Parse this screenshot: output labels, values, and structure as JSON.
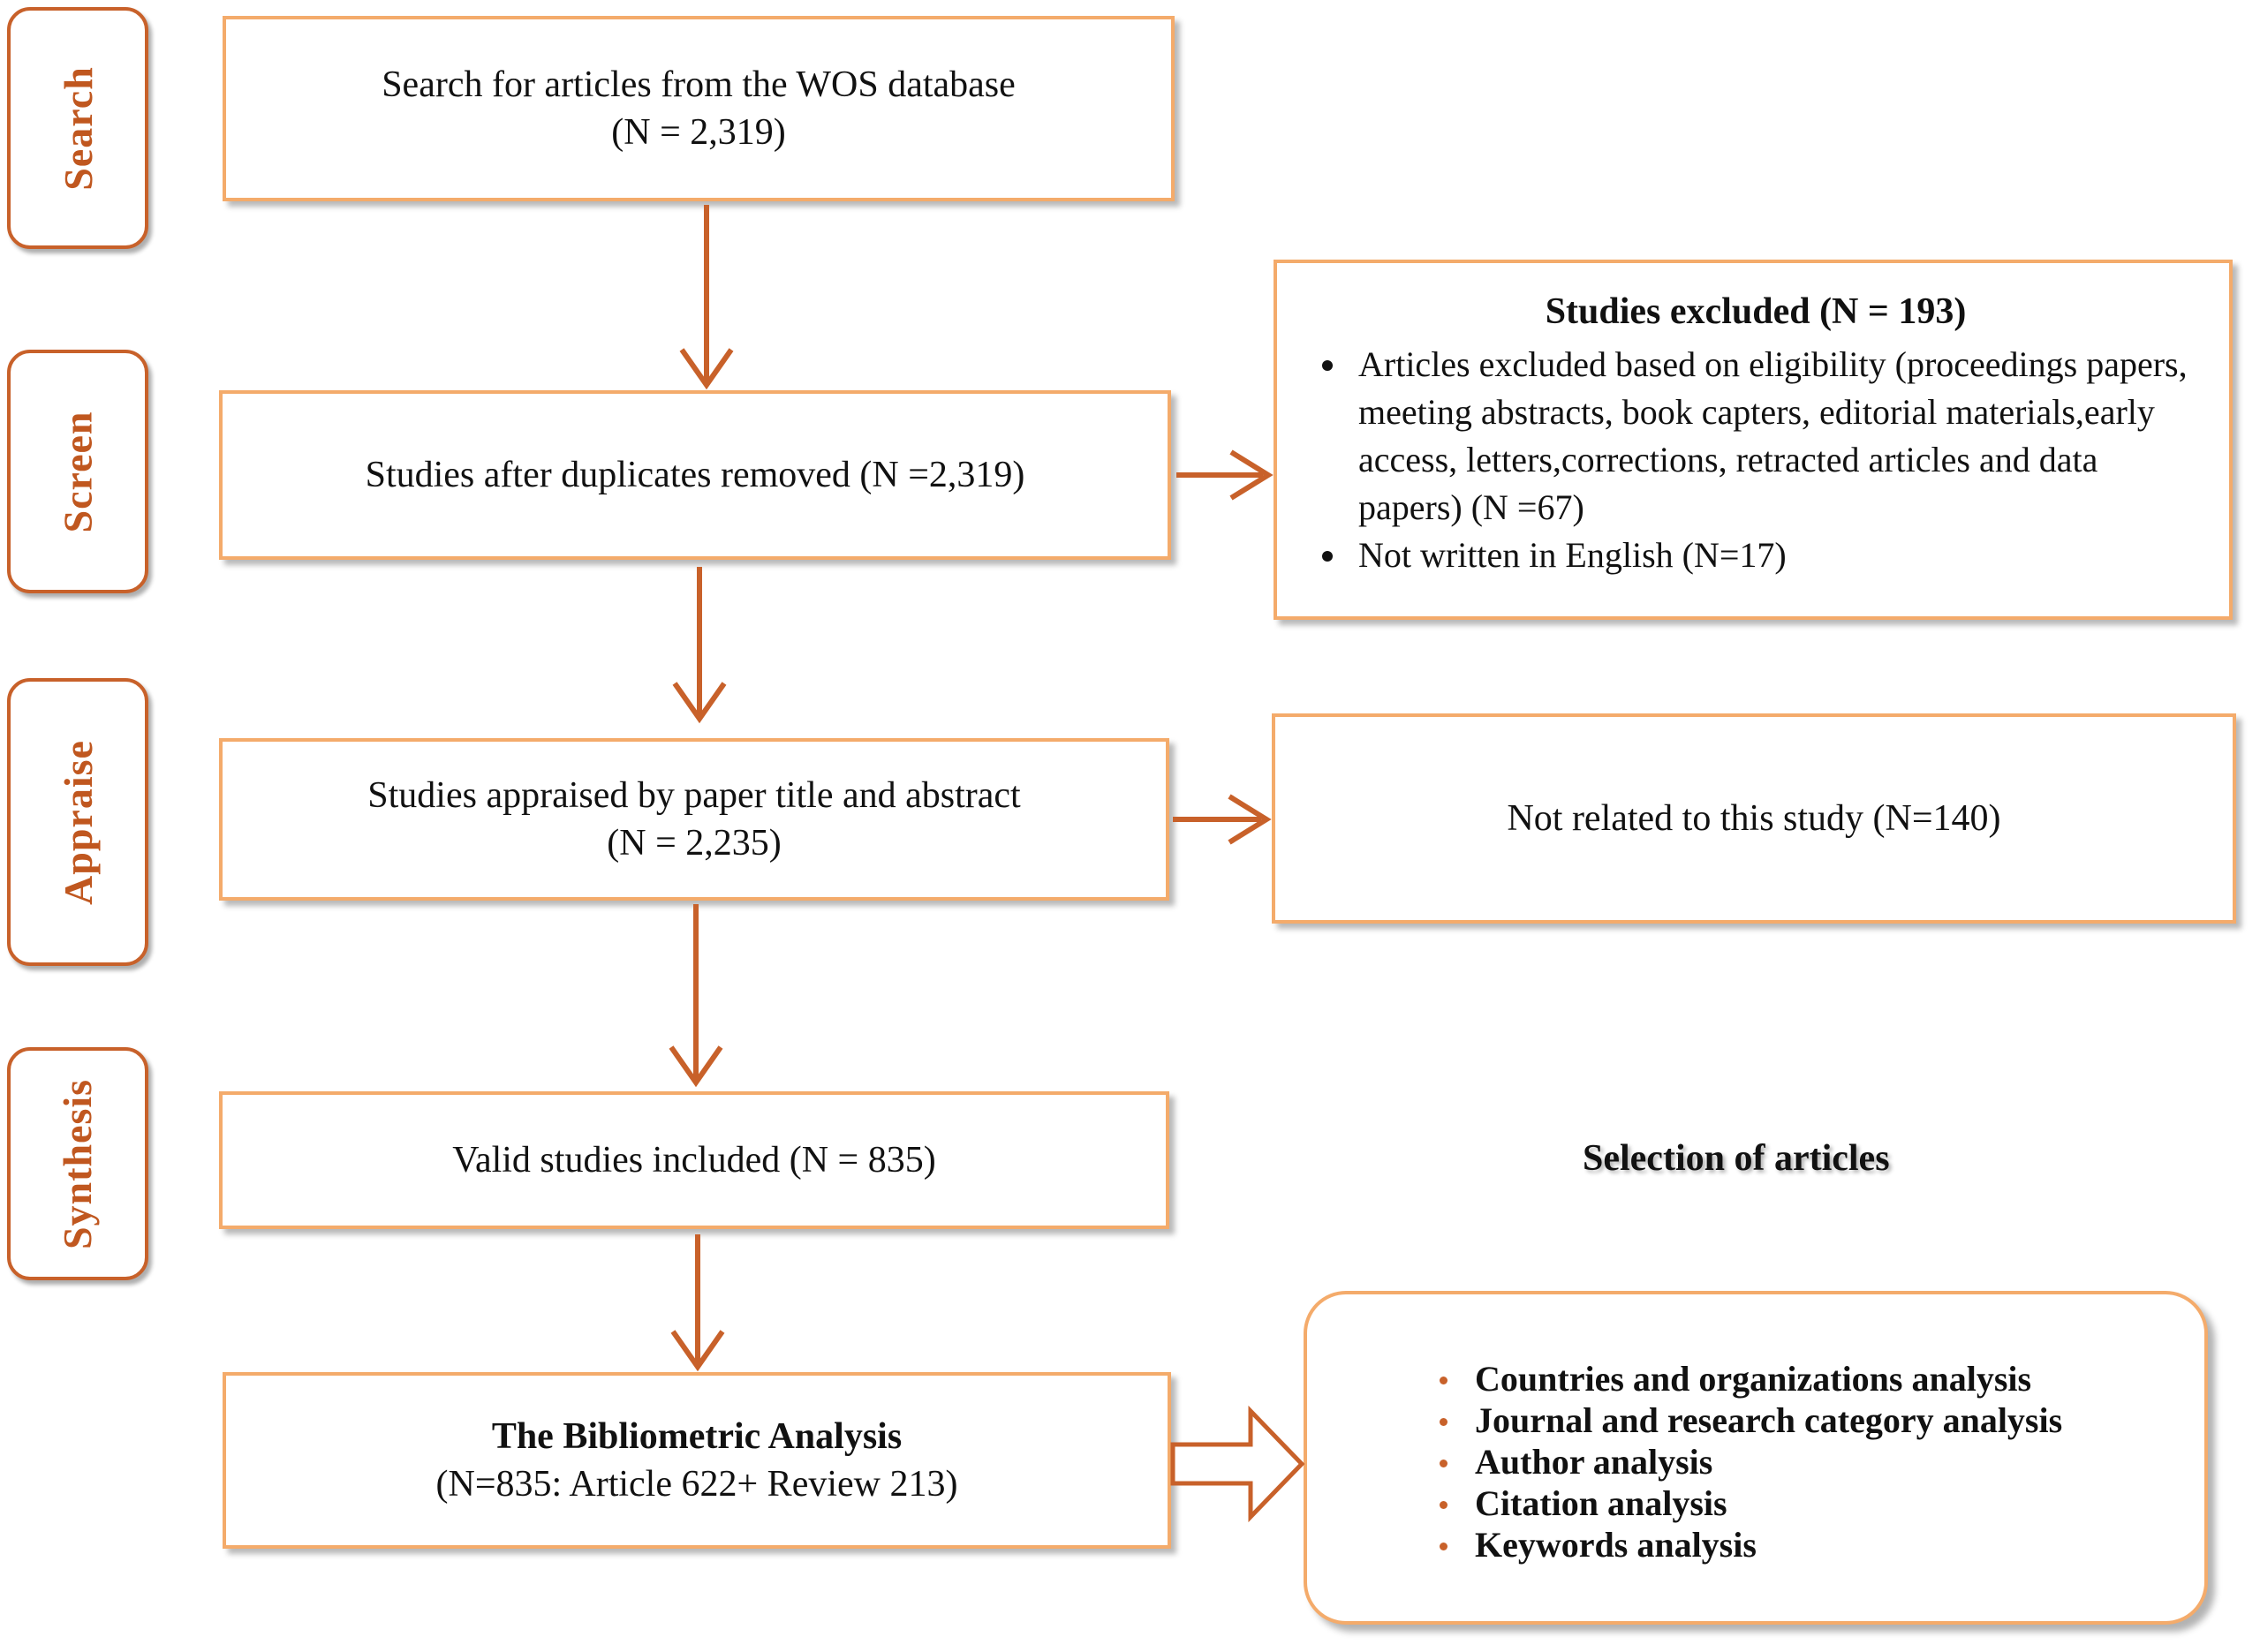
{
  "stages": [
    {
      "label": "Search"
    },
    {
      "label": "Screen"
    },
    {
      "label": "Appraise"
    },
    {
      "label": "Synthesis"
    }
  ],
  "boxes": {
    "search": {
      "line1": "Search for articles from the WOS database",
      "line2": "(N = 2,319)"
    },
    "screen": {
      "line1": "Studies after duplicates removed  (N =2,319)"
    },
    "appraise": {
      "line1": "Studies appraised by paper title and abstract",
      "line2": "(N = 2,235)"
    },
    "valid": {
      "line1": "Valid studies included (N = 835)"
    },
    "bibliometric": {
      "title": "The Bibliometric Analysis",
      "line2": "(N=835:  Article 622+ Review 213)"
    }
  },
  "excluded": {
    "title": "Studies excluded (N = 193)",
    "items": [
      "Articles excluded based on eligibility (proceedings papers, meeting abstracts, book capters, editorial materials,early access, letters,corrections, retracted articles and data papers)  (N =67)",
      "Not written in English (N=17)"
    ]
  },
  "not_related": {
    "text": "Not related to this study  (N=140)"
  },
  "selection_label": "Selection of articles",
  "analysis_items": [
    "Countries and organizations analysis",
    "Journal and research category analysis",
    "Author analysis",
    "Citation analysis",
    "Keywords analysis"
  ],
  "colors": {
    "accent": "#c8612a",
    "box_border": "#f4ab6b",
    "arrow": "#c8612a"
  }
}
